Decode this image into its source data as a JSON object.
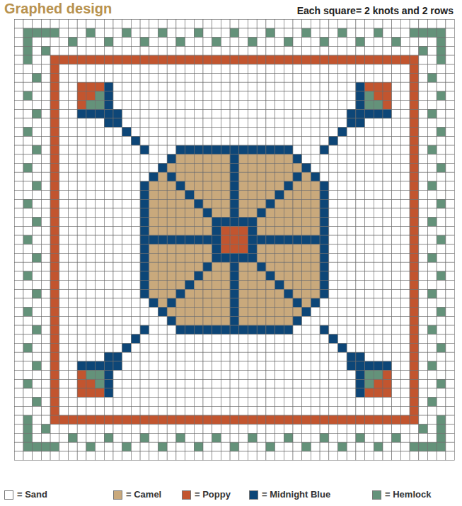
{
  "diagram": {
    "title": "Graphed design",
    "labels": [
      "Each square= 2 knots and 2 rows"
    ],
    "legend": [
      {
        "text": "= Sand",
        "color": "#ffffff"
      },
      {
        "text": "= Camel",
        "color": "#c9a97c"
      },
      {
        "text": "= Poppy",
        "color": "#c2552f"
      },
      {
        "text": "= Midnight Blue",
        "color": "#0d4677"
      },
      {
        "text": "= Hemlock",
        "color": "#64927a"
      }
    ]
  }
}
